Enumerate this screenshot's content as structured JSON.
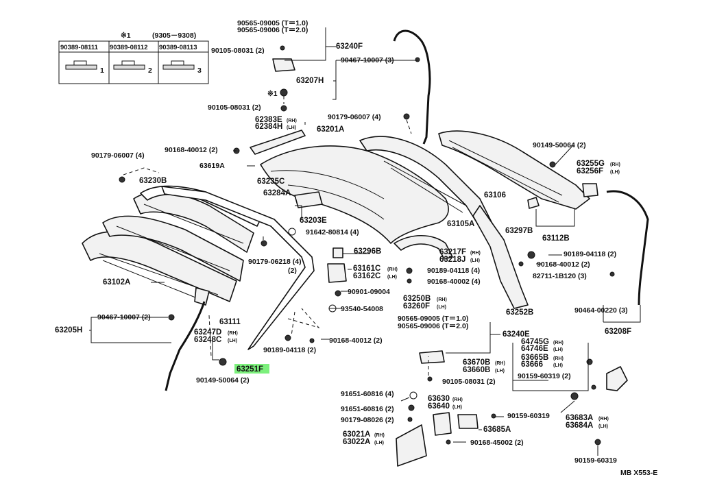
{
  "table": {
    "note": "※1",
    "range": "(9305－9308)",
    "headers": [
      "90389-08111",
      "90389-08112",
      "90389-08113"
    ],
    "dims": [
      "1",
      "2",
      "3"
    ]
  },
  "labels": {
    "l01": "90565-09005 (T＝1.0)",
    "l02": "90565-09006 (T＝2.0)",
    "l03": "63240F",
    "l04": "90105-08031 (2)",
    "l05": "90467-10007 (3)",
    "l06": "63207H",
    "l07": "※1",
    "l08": "90105-08031 (2)",
    "l09": "90179-06007 (4)",
    "l10": "62383E",
    "l11": "62384H",
    "l12": "63201A",
    "l13": "90168-40012 (2)",
    "l14": "90179-06007 (4)",
    "l15": "63619A",
    "l16": "63230B",
    "l17": "63235C",
    "l18": "63284A",
    "l19": "63203E",
    "l20": "91642-80814 (4)",
    "l21": "63296B",
    "l22": "90179-06218 (4)",
    "l23": "(2)",
    "l24": "63161C",
    "l25": "63162C",
    "l26": "90901-09004",
    "l27": "63250B",
    "l28": "63260F",
    "l29": "93540-54008",
    "l30": "63102A",
    "l31": "63111",
    "l32": "90467-10007 (2)",
    "l33": "63205H",
    "l34": "63247D",
    "l35": "63248C",
    "l36": "90189-04118 (2)",
    "l37": "90168-40012 (2)",
    "l38": "63251F",
    "l39": "90149-50064 (2)",
    "l40": "90149-50064 (2)",
    "l41": "63255G",
    "l42": "63256F",
    "l43": "63106",
    "l44": "63105A",
    "l45": "63297B",
    "l46": "63112B",
    "l47": "63217F",
    "l48": "63218J",
    "l49": "90189-04118 (4)",
    "l50": "90168-40002 (4)",
    "l51": "90189-04118 (2)",
    "l52": "90168-40012 (2)",
    "l53": "82711-1B120 (3)",
    "l54": "63252B",
    "l55": "90464-00220 (3)",
    "l56": "63208F",
    "l57": "90565-09005 (T＝1.0)",
    "l58": "90565-09006 (T＝2.0)",
    "l59": "63240E",
    "l60": "64745G",
    "l61": "64746E",
    "l62": "63665B",
    "l63": "63666",
    "l64": "63670B",
    "l65": "63660B",
    "l66": "90105-08031 (2)",
    "l67": "90159-60319 (2)",
    "l68": "91651-60816 (4)",
    "l69": "63630",
    "l70": "63640",
    "l71": "91651-60816 (2)",
    "l72": "90179-08026 (2)",
    "l73": "90159-60319",
    "l74": "63685A",
    "l75": "63683A",
    "l76": "63684A",
    "l77": "63021A",
    "l78": "63022A",
    "l79": "90168-45002 (2)",
    "l80": "90159-60319",
    "l81": "MB  X553-E"
  },
  "sides": {
    "rh": "(RH)",
    "lh": "(LH)"
  },
  "highlight": {
    "part": "63251F",
    "color": "#7cf07c"
  }
}
